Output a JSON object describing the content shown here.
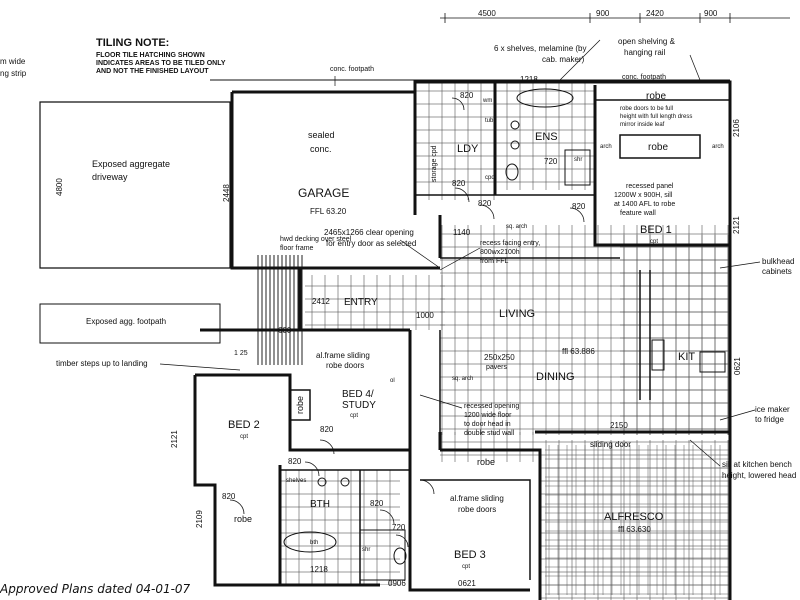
{
  "tiling_note": {
    "title": "TILING NOTE:",
    "lines": [
      "FLOOR TILE HATCHING SHOWN",
      "INDICATES AREAS TO BE TILED ONLY",
      "AND NOT THE FINISHED LAYOUT"
    ]
  },
  "rooms": {
    "garage": "GARAGE",
    "garage_ffl": "FFL 63.20",
    "sealed_conc": [
      "sealed",
      "conc."
    ],
    "ldy": "LDY",
    "ens": "ENS",
    "bed1": "BED 1",
    "entry": "ENTRY",
    "living": "LIVING",
    "dining": "DINING",
    "kit": "KIT",
    "bed2": "BED 2",
    "bed4": [
      "BED 4/",
      "STUDY"
    ],
    "bed3": "BED 3",
    "bth": "BTH",
    "alfresco": "ALFRESCO",
    "alfresco_ffl": "ffl 63.630",
    "living_ffl": "ffl 63.886",
    "cpt": "cpt"
  },
  "labels": {
    "m_wide": "m wide",
    "ng_strip": "ng strip",
    "conc_footpath_top": "conc. footpath",
    "conc_footpath_right": "conc. footpath",
    "exposed_driveway": [
      "Exposed aggregate",
      "driveway"
    ],
    "exposed_footpath": "Exposed agg. footpath",
    "timber_steps": "timber steps up to landing",
    "hwd_decking": [
      "hwd decking over steel",
      "floor frame"
    ],
    "clear_opening": [
      "2465x1266 clear opening",
      "for entry door as selected"
    ],
    "recess_entry": [
      "recess facing entry,",
      "800wx2100h",
      "from FFL"
    ],
    "tile_size": [
      "250x250",
      "pavers"
    ],
    "six_shelves": [
      "6 x shelves, melamine (by",
      "cab. maker)"
    ],
    "open_shelving": [
      "open shelving &",
      "hanging rail"
    ],
    "robe_note": [
      "robe doors to be full",
      "height with full length dress",
      "mirror inside leaf"
    ],
    "recessed_panel": [
      "recessed panel",
      "1200W x 900H, sill",
      "at 1400 AFL to robe",
      "feature wall"
    ],
    "bulkhead": [
      "bulkhead",
      "cabinets"
    ],
    "al_frame_bed4": [
      "al.frame sliding",
      "robe doors"
    ],
    "al_frame_bed3": [
      "al.frame sliding",
      "robe doors"
    ],
    "recessed_opening": [
      "recessed opening",
      "1200 wide floor",
      "to door head in",
      "double stud wall"
    ],
    "sliding_door": "sliding door",
    "ice_maker": [
      "ice maker",
      "to fridge"
    ],
    "kitchen_bench": [
      "sill at kitchen bench",
      "height, lowered head"
    ],
    "approved": "Approved Plans dated 04-01-07",
    "storage_cpd": "storage cpd",
    "robe": "robe",
    "arch": "arch",
    "sq_arch": "sq. arch",
    "cpd": "cpd",
    "wm": "wm",
    "tub": "tub",
    "bth_fixture": "bth",
    "shr": "shr",
    "shelves": "shelves",
    "ol": "ol",
    "w": "w"
  },
  "dimensions": {
    "d4500": "4500",
    "d900a": "900",
    "d2420": "2420",
    "d900b": "900",
    "d4800": "4800",
    "d2448": "2448",
    "d1218_top": "1218",
    "d820": "820",
    "d720": "720",
    "d2106": "2106",
    "d2121": "2121",
    "d2412": "2412",
    "d600": "600",
    "d1000": "1000",
    "d1140": "1140",
    "d2150": "2150",
    "d2109": "2109",
    "d1218_bot": "1218",
    "d0906": "0906",
    "d0621": "0621",
    "d1125": "1 25",
    "d0621_right": "0621"
  },
  "chart_data": {
    "type": "floor-plan",
    "rooms": [
      "GARAGE",
      "LDY",
      "ENS",
      "BED 1",
      "ENTRY",
      "LIVING",
      "DINING",
      "KIT",
      "BED 2",
      "BED 4/ STUDY",
      "BED 3",
      "BTH",
      "ALFRESCO"
    ],
    "levels": {
      "garage": "FFL 63.20",
      "living": "ffl 63.886",
      "alfresco": "ffl 63.630"
    }
  }
}
